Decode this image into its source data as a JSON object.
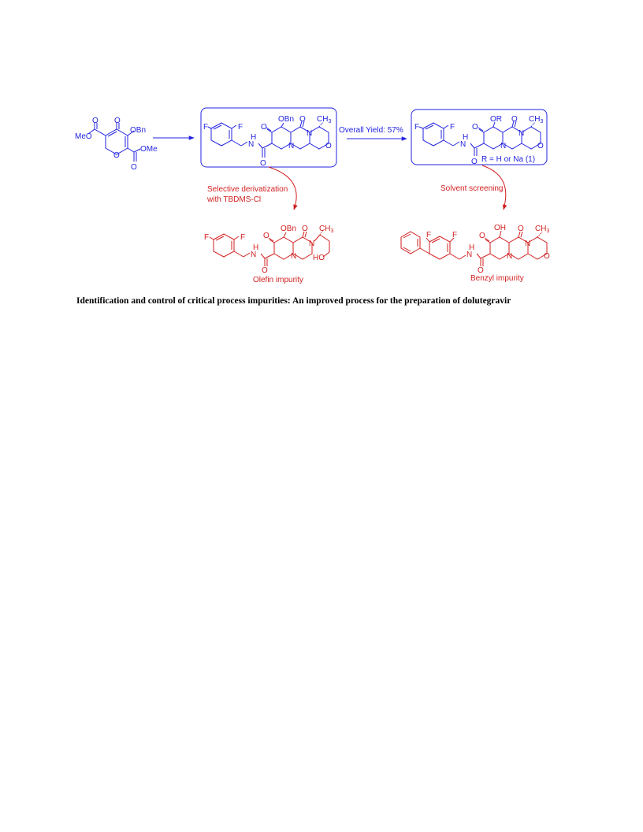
{
  "labels": {
    "start_meo": "MeO",
    "start_o1": "O",
    "start_o2": "O",
    "start_obn": "OBn",
    "start_ring_o": "O",
    "start_ome": "OMe",
    "start_o3": "O",
    "int_f1": "F",
    "int_f2": "F",
    "int_o_ketone": "O",
    "int_obn": "OBn",
    "int_o_amide_top": "O",
    "int_ch3": "CH",
    "int_ch3_sub": "3",
    "int_h": "H",
    "int_n_amide": "N",
    "int_n_ring": "N",
    "int_n_morph": "N",
    "int_o_morph": "O",
    "int_o_carbonyl": "O",
    "prod_f1": "F",
    "prod_f2": "F",
    "prod_o_ketone": "O",
    "prod_or": "OR",
    "prod_o_top": "O",
    "prod_ch3": "CH",
    "prod_ch3_sub": "3",
    "prod_h": "H",
    "prod_n_amide": "N",
    "prod_n_ring": "N",
    "prod_n_morph": "N",
    "prod_o_morph": "O",
    "prod_o_carbonyl": "O",
    "prod_r_def": "R = H or Na (1)",
    "olef_f1": "F",
    "olef_f2": "F",
    "olef_o_ketone": "O",
    "olef_obn": "OBn",
    "olef_o_top": "O",
    "olef_ch3": "CH",
    "olef_ch3_sub": "3",
    "olef_h": "H",
    "olef_n_amide": "N",
    "olef_n_ring": "N",
    "olef_n_chain": "N",
    "olef_ho": "HO",
    "olef_o_carbonyl": "O",
    "benz_f1": "F",
    "benz_f2": "F",
    "benz_o_ketone": "O",
    "benz_oh": "OH",
    "benz_o_top": "O",
    "benz_ch3": "CH",
    "benz_ch3_sub": "3",
    "benz_h": "H",
    "benz_n_amide": "N",
    "benz_n_ring": "N",
    "benz_n_morph": "N",
    "benz_o_morph": "O",
    "benz_o_carbonyl": "O"
  },
  "arrows": {
    "overall_yield": "Overall Yield: 57%",
    "selective_line1": "Selective derivatization",
    "selective_line2": "with TBDMS-Cl",
    "solvent": "Solvent screening"
  },
  "names": {
    "olefin": "Olefin impurity",
    "benzyl": "Benzyl impurity"
  },
  "caption": "Identification and control of critical process impurities: An improved process for the preparation of dolutegravir",
  "colors": {
    "main_scheme": "#2323e0",
    "impurities": "#d21f1f",
    "caption": "#000000"
  }
}
